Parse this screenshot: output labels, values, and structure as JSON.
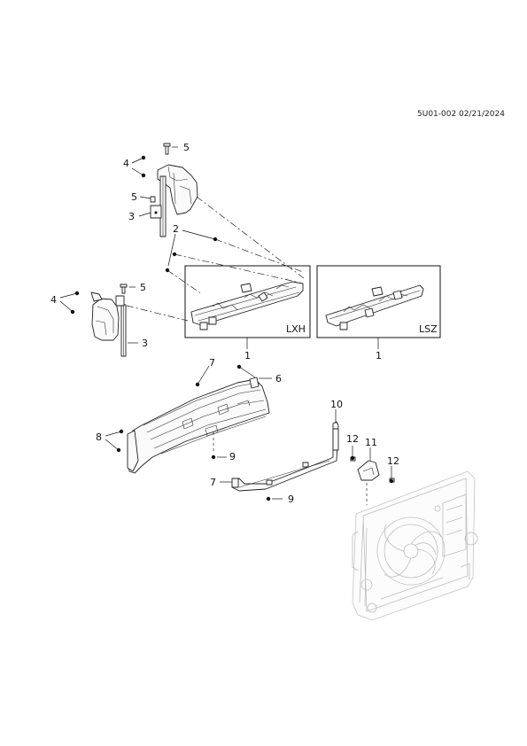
{
  "header": {
    "ref_code": "5U01-002 02/21/2024"
  },
  "variants": {
    "lxh_label": "LXH",
    "lsz_label": "LSZ"
  },
  "callouts": {
    "c1a": "1",
    "c1b": "1",
    "c2": "2",
    "c3a": "3",
    "c3b": "3",
    "c4a": "4",
    "c4b": "4",
    "c5a": "5",
    "c5b": "5",
    "c5c": "5",
    "c6": "6",
    "c7a": "7",
    "c7b": "7",
    "c8": "8",
    "c9a": "9",
    "c9b": "9",
    "c10": "10",
    "c11": "11",
    "c12a": "12",
    "c12b": "12"
  }
}
